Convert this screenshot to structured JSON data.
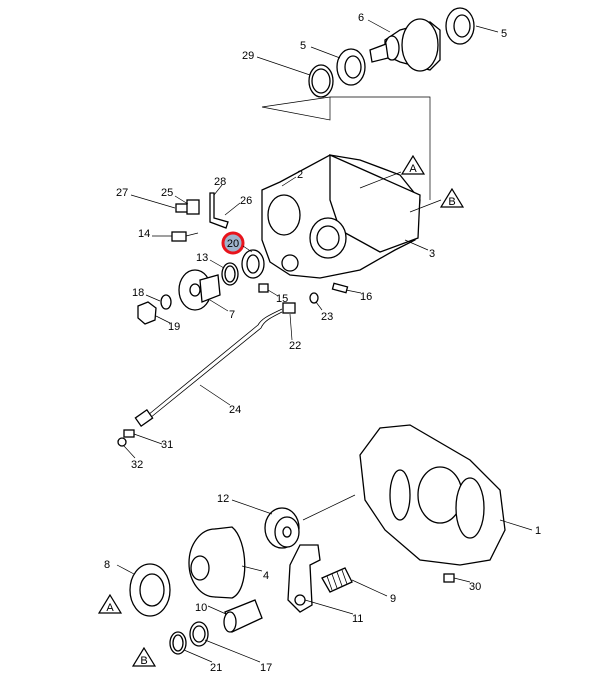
{
  "diagram": {
    "type": "exploded parts diagram",
    "highlight_color": "#e8141c",
    "highlight_fill": "#9fb3cc",
    "callouts": [
      "6",
      "5",
      "5",
      "29",
      "2",
      "A",
      "B",
      "27",
      "25",
      "28",
      "26",
      "14",
      "20",
      "3",
      "13",
      "18",
      "7",
      "19",
      "15",
      "23",
      "16",
      "22",
      "24",
      "31",
      "32",
      "12",
      "1",
      "8",
      "4",
      "A",
      "10",
      "9",
      "11",
      "30",
      "B",
      "21",
      "17"
    ]
  }
}
